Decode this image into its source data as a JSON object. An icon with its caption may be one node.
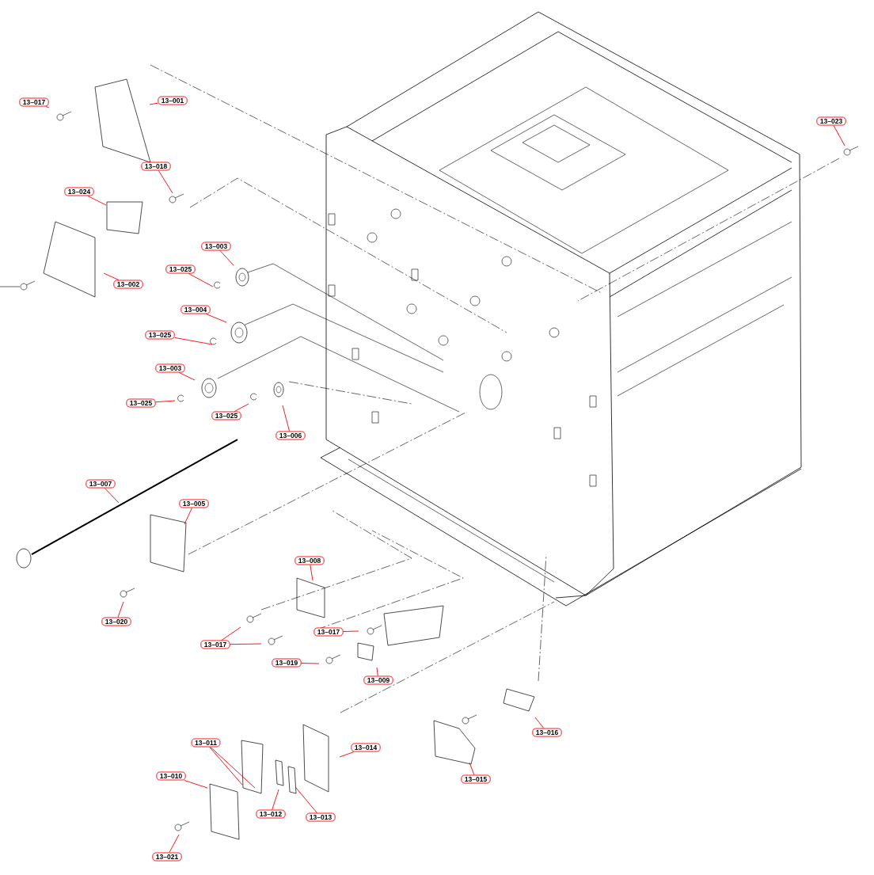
{
  "diagram": {
    "nodes": [
      {
        "text": [
          "13–017"
        ]
      },
      {
        "text": [
          "13–001"
        ]
      },
      {
        "text": [
          "13–023"
        ]
      },
      {
        "text": [
          "13–018"
        ]
      },
      {
        "text": [
          "13–024"
        ]
      },
      {
        "text": [
          "13–003"
        ]
      },
      {
        "text": [
          "13–025"
        ]
      },
      {
        "text": [
          "13–002"
        ]
      },
      {
        "text": [
          "13–004"
        ]
      },
      {
        "text": [
          "13–025"
        ]
      },
      {
        "text": [
          "13–003"
        ]
      },
      {
        "text": [
          "13–025"
        ]
      },
      {
        "text": [
          "13–025"
        ]
      },
      {
        "text": [
          "13–006"
        ]
      },
      {
        "text": [
          "13–007"
        ]
      },
      {
        "text": [
          "13–005"
        ]
      },
      {
        "text": [
          "13–008"
        ]
      },
      {
        "text": [
          "13–020"
        ]
      },
      {
        "text": [
          "13–017"
        ]
      },
      {
        "text": [
          "13–017"
        ]
      },
      {
        "text": [
          "13–019"
        ]
      },
      {
        "text": [
          "13–009"
        ]
      },
      {
        "text": [
          "13–016"
        ]
      },
      {
        "text": [
          "13–011"
        ]
      },
      {
        "text": [
          "13–014"
        ]
      },
      {
        "text": [
          "13–010"
        ]
      },
      {
        "text": [
          "13–015"
        ]
      },
      {
        "text": [
          "13–012"
        ]
      },
      {
        "text": [
          "13–013"
        ]
      },
      {
        "text": [
          "13–021"
        ]
      }
    ],
    "edges": [
      {
        "from": 0,
        "to": null,
        "arrow": "none"
      },
      {
        "from": 1,
        "to": null,
        "arrow": "none"
      },
      {
        "from": 2,
        "to": null,
        "arrow": "none"
      },
      {
        "from": 3,
        "to": null,
        "arrow": "none"
      },
      {
        "from": 4,
        "to": null,
        "arrow": "none"
      },
      {
        "from": 5,
        "to": null,
        "arrow": "none"
      },
      {
        "from": 6,
        "to": null,
        "arrow": "none"
      },
      {
        "from": 7,
        "to": null,
        "arrow": "none"
      },
      {
        "from": 8,
        "to": null,
        "arrow": "none"
      },
      {
        "from": 9,
        "to": null,
        "arrow": "none"
      },
      {
        "from": 10,
        "to": null,
        "arrow": "none"
      },
      {
        "from": 11,
        "to": null,
        "arrow": "none"
      },
      {
        "from": 12,
        "to": null,
        "arrow": "none"
      },
      {
        "from": 13,
        "to": null,
        "arrow": "none"
      },
      {
        "from": 14,
        "to": null,
        "arrow": "none"
      },
      {
        "from": 15,
        "to": null,
        "arrow": "none"
      },
      {
        "from": 16,
        "to": null,
        "arrow": "none"
      },
      {
        "from": 17,
        "to": null,
        "arrow": "none"
      },
      {
        "from": 18,
        "to": null,
        "arrow": "none"
      },
      {
        "from": 19,
        "to": null,
        "arrow": "none"
      },
      {
        "from": 19,
        "to": null,
        "arrow": "none"
      },
      {
        "from": 20,
        "to": null,
        "arrow": "none"
      },
      {
        "from": 21,
        "to": null,
        "arrow": "none"
      },
      {
        "from": 22,
        "to": null,
        "arrow": "none"
      },
      {
        "from": 23,
        "to": null,
        "arrow": "none"
      },
      {
        "from": 23,
        "to": null,
        "arrow": "none"
      },
      {
        "from": 24,
        "to": null,
        "arrow": "none"
      },
      {
        "from": 25,
        "to": null,
        "arrow": "none"
      },
      {
        "from": 26,
        "to": null,
        "arrow": "none"
      },
      {
        "from": 27,
        "to": null,
        "arrow": "none"
      },
      {
        "from": 28,
        "to": null,
        "arrow": "none"
      },
      {
        "from": 29,
        "to": null,
        "arrow": "none"
      }
    ]
  }
}
